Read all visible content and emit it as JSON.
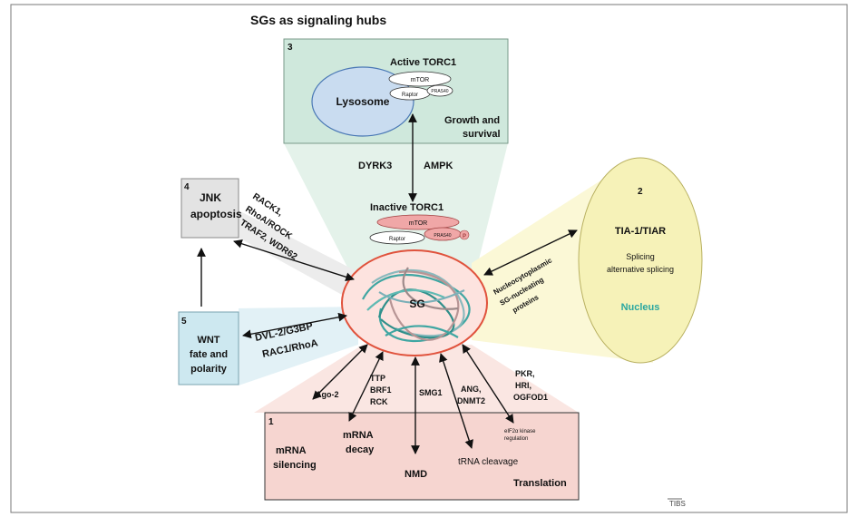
{
  "title": "SGs as signaling hubs",
  "panels": {
    "p3": {
      "number": "3",
      "active_torc1": "Active TORC1",
      "lysosome": "Lysosome",
      "mtor": "mTOR",
      "raptor": "Raptor",
      "pras40": "PRAS40",
      "growth": [
        "Growth and",
        "survival"
      ]
    },
    "p4": {
      "number": "4",
      "label": [
        "JNK",
        "apoptosis"
      ]
    },
    "p5": {
      "number": "5",
      "label": [
        "WNT",
        "fate and",
        "polarity"
      ]
    },
    "p2": {
      "number": "2",
      "tia": "TIA-1/TIAR",
      "splicing": [
        "Splicing",
        "alternative splicing"
      ],
      "nucleus": "Nucleus"
    },
    "p1": {
      "number": "1",
      "mrna_silencing": [
        "mRNA",
        "silencing"
      ],
      "mrna_decay": [
        "mRNA",
        "decay"
      ],
      "nmd": "NMD",
      "trna": "tRNA cleavage",
      "eif2": [
        "eIF2α kinase",
        "regulation"
      ],
      "translation": "Translation"
    }
  },
  "center": {
    "sg": "SG",
    "inactive_torc1": "Inactive TORC1",
    "mtor": "mTOR",
    "raptor": "Raptor",
    "pras40": "PRAS40",
    "p": "P"
  },
  "arrow_labels": {
    "dyrk3": "DYRK3",
    "ampk": "AMPK",
    "rack1": [
      "RACK1,",
      "RhoA/ROCK",
      "TRAF2, WDR62"
    ],
    "dvl2": [
      "DVL-2/G3BP",
      "RAC1/RhoA"
    ],
    "nucleo": [
      "Nucleocytoplasmic",
      "SG-nucleating",
      "proteins"
    ],
    "ago2": "Ago-2",
    "ttp": [
      "TTP",
      "BRF1",
      "RCK"
    ],
    "smg1": "SMG1",
    "ang": [
      "ANG,",
      "DNMT2"
    ],
    "pkr": [
      "PKR,",
      "HRI,",
      "OGFOD1"
    ]
  },
  "footer": "TIBS",
  "colors": {
    "panel3_fill": "#cfe8dc",
    "panel4_fill": "#e3e3e3",
    "panel5_fill": "#cde8f0",
    "panel1_fill": "#f6d5d0",
    "panel2_fill": "#f6f2b8",
    "lysosome_fill": "#c9dcf0",
    "lysosome_stroke": "#4a78b5",
    "sg_stroke": "#e0523c",
    "sg_fill": "#fde3df",
    "mtor_fill": "#f0a7a7",
    "nucleus_text": "#2aa7a0"
  }
}
